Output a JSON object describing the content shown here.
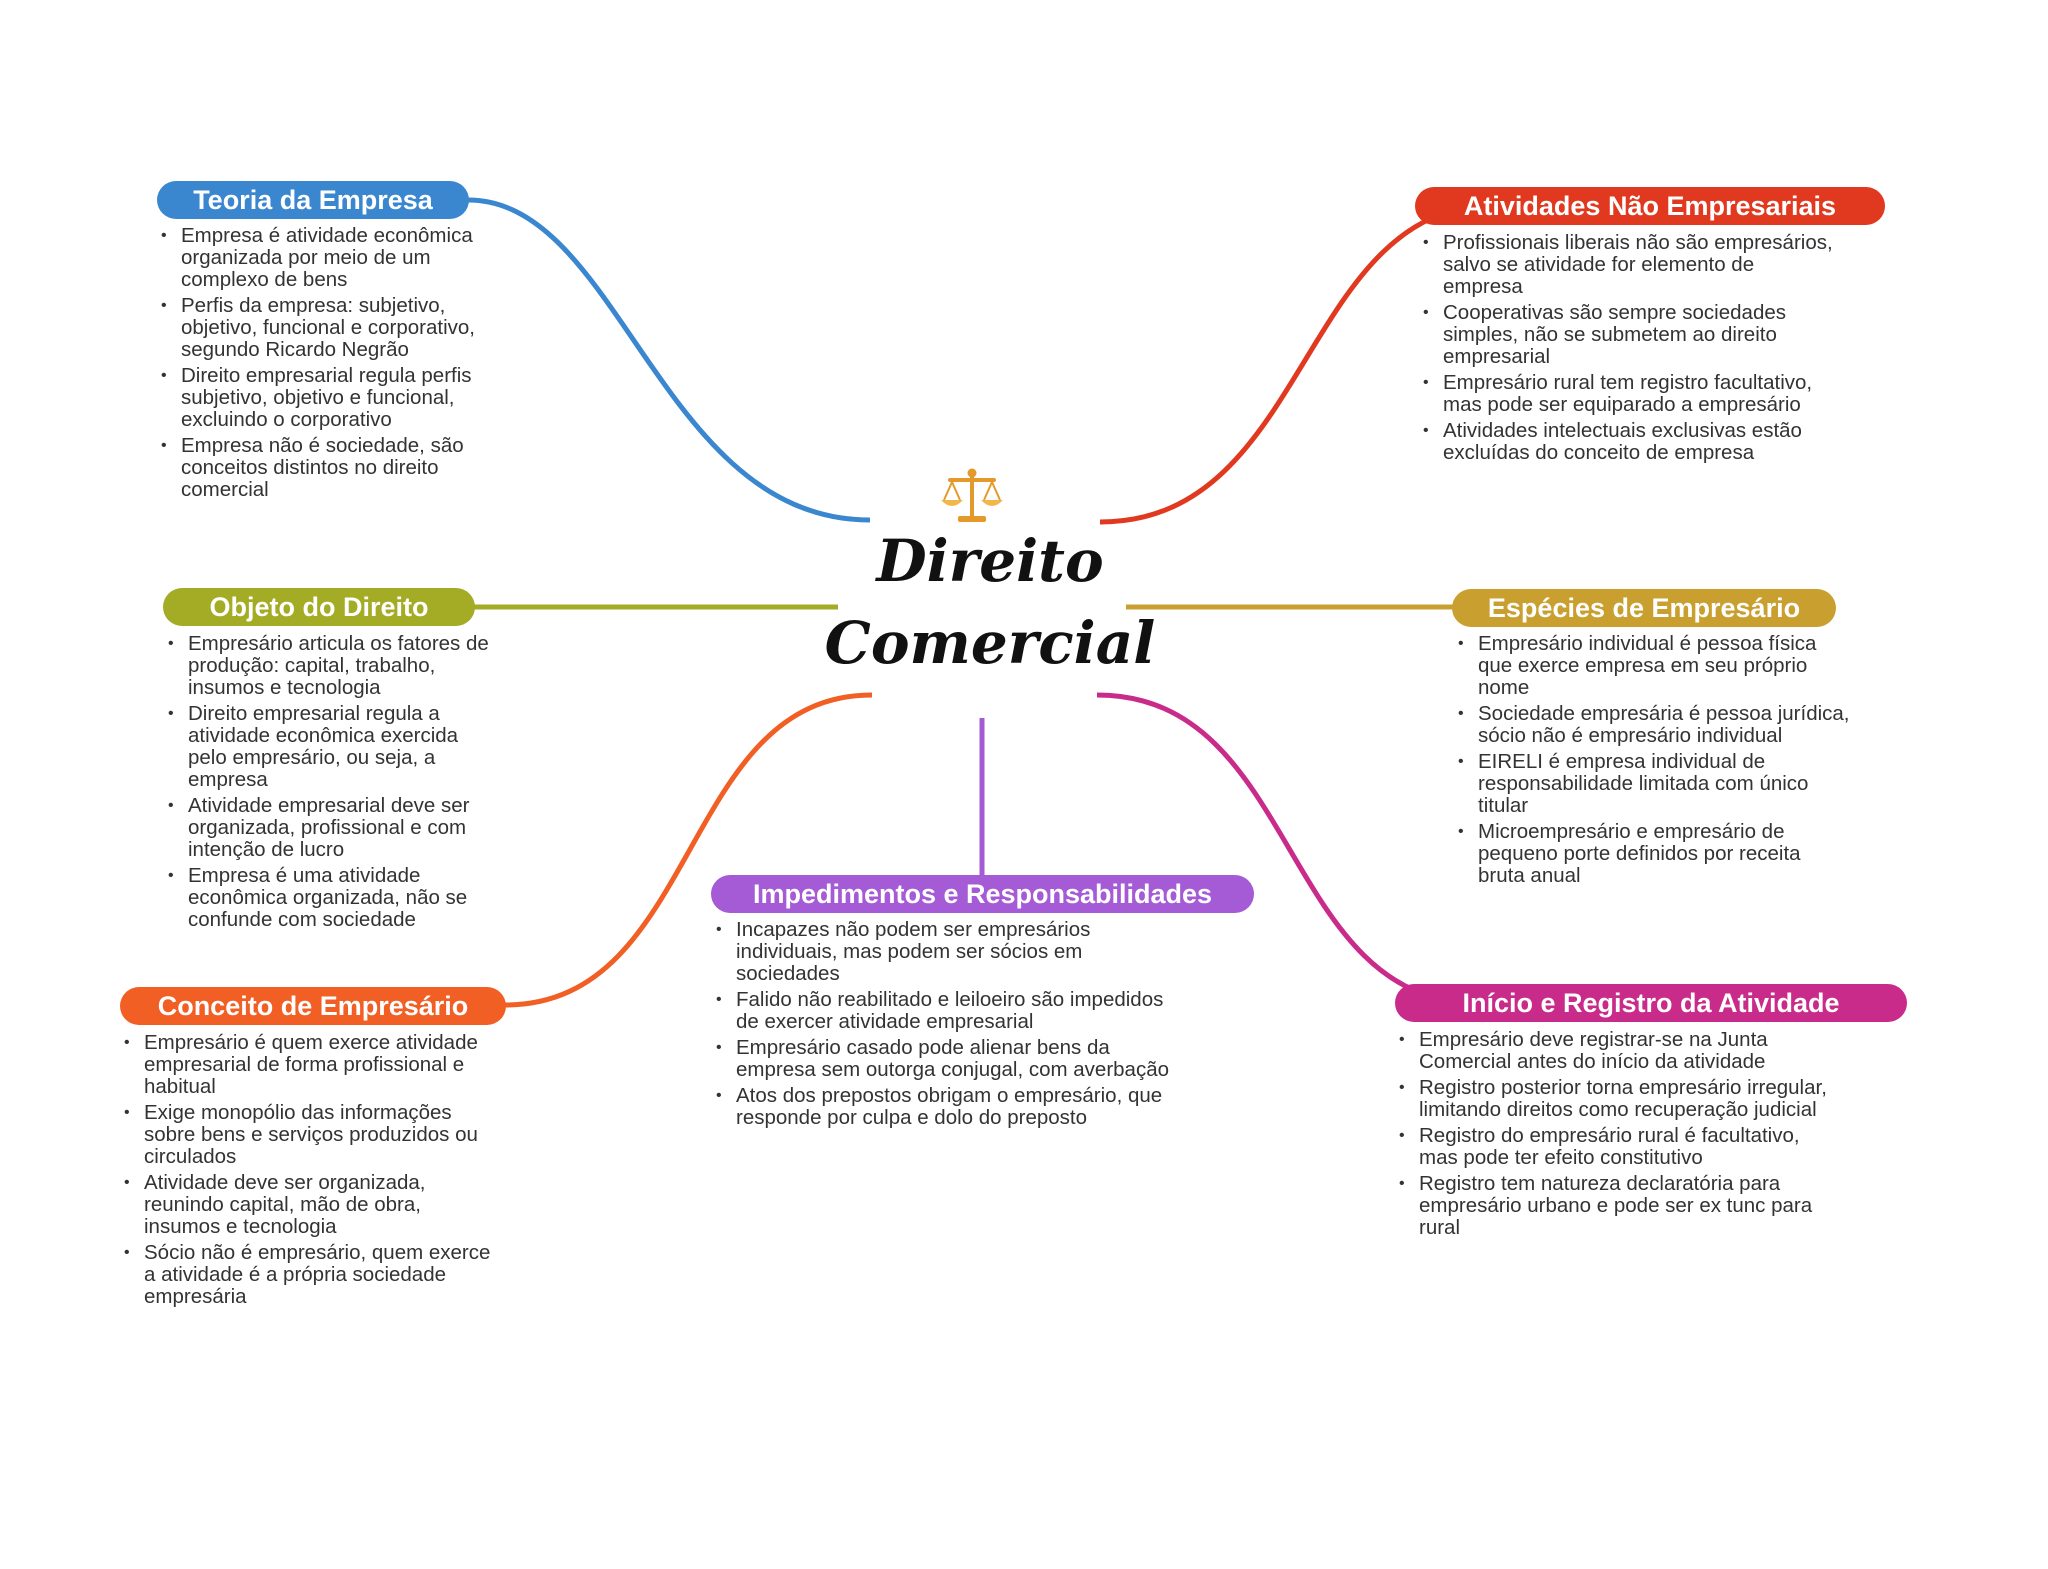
{
  "center": {
    "title_line1": "Direito",
    "title_line2": "Comercial",
    "icon": "balance-scale-icon"
  },
  "branches": {
    "teoria": {
      "title": "Teoria da Empresa",
      "color": "#3a87d0",
      "items": [
        "Empresa é atividade econômica organizada por meio de um complexo de bens",
        "Perfis da empresa: subjetivo, objetivo, funcional e corporativo, segundo Ricardo Negrão",
        "Direito empresarial regula perfis subjetivo, objetivo e funcional, excluindo o corporativo",
        "Empresa não é sociedade, são conceitos distintos no direito comercial"
      ]
    },
    "objeto": {
      "title": "Objeto do Direito",
      "color": "#a4ab24",
      "items": [
        "Empresário articula os fatores de produção: capital, trabalho, insumos e tecnologia",
        "Direito empresarial regula a atividade econômica exercida pelo empresário, ou seja, a empresa",
        "Atividade empresarial deve ser organizada, profissional e com intenção de lucro",
        "Empresa é uma atividade econômica organizada, não se confunde com sociedade"
      ]
    },
    "conceito": {
      "title": "Conceito de Empresário",
      "color": "#f15f24",
      "items": [
        "Empresário é quem exerce atividade empresarial de forma profissional e habitual",
        "Exige monopólio das informações sobre bens e serviços produzidos ou circulados",
        "Atividade deve ser organizada, reunindo capital, mão de obra, insumos e tecnologia",
        "Sócio não é empresário, quem exerce a atividade é a própria sociedade empresária"
      ]
    },
    "impedimentos": {
      "title": "Impedimentos e Responsabilidades",
      "color": "#a65bd6",
      "items": [
        "Incapazes não podem ser empresários individuais, mas podem ser sócios em sociedades",
        "Falido não reabilitado e leiloeiro são impedidos de exercer atividade empresarial",
        "Empresário casado pode alienar bens da empresa sem outorga conjugal, com averbação",
        "Atos dos prepostos obrigam o empresário, que responde por culpa e dolo do preposto"
      ]
    },
    "atividades": {
      "title": "Atividades Não Empresariais",
      "color": "#e0391f",
      "items": [
        "Profissionais liberais não são empresários, salvo se atividade for elemento de empresa",
        "Cooperativas são sempre sociedades simples, não se submetem ao direito empresarial",
        "Empresário rural tem registro facultativo, mas pode ser equiparado a empresário",
        "Atividades intelectuais exclusivas estão excluídas do conceito de empresa"
      ]
    },
    "especies": {
      "title": "Espécies de Empresário",
      "color": "#c9a030",
      "items": [
        "Empresário individual é pessoa física que exerce empresa em seu próprio nome",
        "Sociedade empresária é pessoa jurídica, sócio não é empresário individual",
        "EIRELI é empresa individual de responsabilidade limitada com único titular",
        "Microempresário e empresário de pequeno porte definidos por receita bruta anual"
      ]
    },
    "inicio": {
      "title": "Início e Registro da Atividade",
      "color": "#c92b8a",
      "items": [
        "Empresário deve registrar-se na Junta Comercial antes do início da atividade",
        "Registro posterior torna empresário irregular, limitando direitos como recuperação judicial",
        "Registro do empresário rural é facultativo, mas pode ter efeito constitutivo",
        "Registro tem natureza declaratória para empresário urbano e pode ser ex tunc para rural"
      ]
    }
  }
}
